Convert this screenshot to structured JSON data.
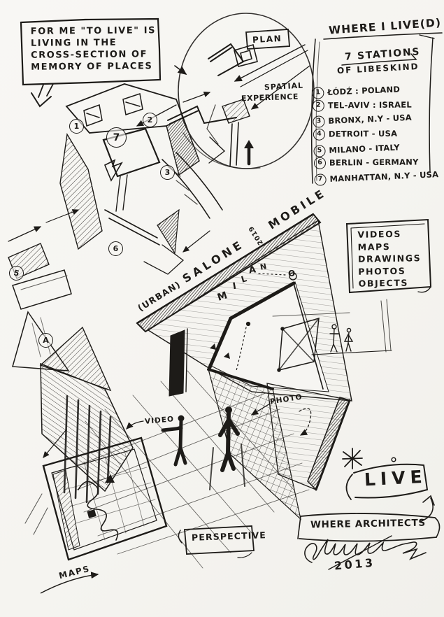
{
  "artwork": {
    "colors": {
      "ink": "#1d1b18",
      "paper": "#f6f5f2"
    },
    "quote": {
      "line1": "FOR ME \"TO LIVE\" IS",
      "line2": "LIVING IN THE",
      "line3": "CROSS-SECTION OF",
      "line4": "MEMORY OF PLACES"
    },
    "plan_bubble": {
      "label": "PLAN",
      "caption1": "SPATIAL",
      "caption2": "EXPERIENCE"
    },
    "stations": {
      "title": "WHERE I LIVE(D)",
      "subtitle1": "7 STATIONS",
      "subtitle2": "OF LIBESKIND",
      "items": [
        {
          "num": "1",
          "place": "ŁÓDŹ : POLAND"
        },
        {
          "num": "2",
          "place": "TEL-AVIV : ISRAEL"
        },
        {
          "num": "3",
          "place": "BRONX, N.Y - USA"
        },
        {
          "num": "4",
          "place": "DETROIT - USA"
        },
        {
          "num": "5",
          "place": "MILANO - ITALY"
        },
        {
          "num": "6",
          "place": "BERLIN - GERMANY"
        },
        {
          "num": "7",
          "place": "MANHATTAN, N.Y - USA"
        }
      ]
    },
    "banner": {
      "part1": "(URBAN)",
      "part2": "SALONE",
      "year": "2019",
      "part3": "MOBILE"
    },
    "milano_letters": [
      "M",
      "I",
      "L",
      "A",
      "N",
      "O"
    ],
    "media_list": {
      "item1": "VIDEOS",
      "item2": "MAPS",
      "item3": "DRAWINGS",
      "item4": "PHOTOS",
      "item5": "OBJECTS"
    },
    "callouts": {
      "video": "VIDEO",
      "photo": "PHOTO",
      "maps": "MAPS",
      "perspective": "PERSPECTIVE"
    },
    "plan_markers": {
      "m1": "1",
      "m2": "2",
      "m7": "7",
      "m3": "3",
      "m6": "6",
      "m5": "5",
      "mA": "A"
    },
    "footer": {
      "live": "LIVE",
      "where": "WHERE ARCHITECTS",
      "year": "2013"
    }
  }
}
